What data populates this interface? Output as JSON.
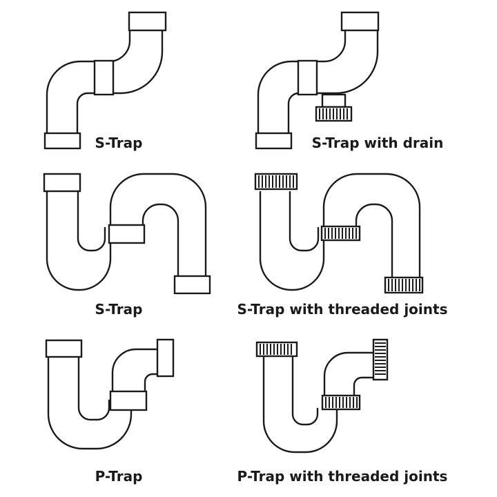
{
  "labels": {
    "s_trap_1": "S-Trap",
    "s_trap_drain": "S-Trap with drain",
    "s_trap_2": "S-Trap",
    "s_trap_threaded": "S-Trap with threaded joints",
    "p_trap": "P-Trap",
    "p_trap_threaded": "P-Trap with threaded joints"
  },
  "colors": {
    "line": "#1a1a1a",
    "background": "#ffffff"
  }
}
